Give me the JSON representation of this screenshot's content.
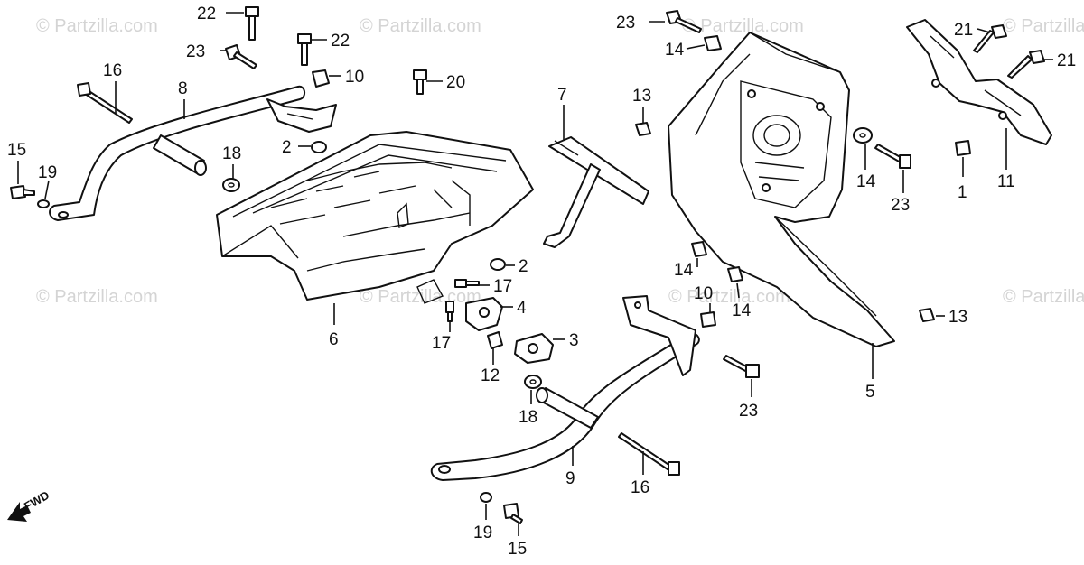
{
  "watermark": "© Partzilla.com",
  "fwd_label": "FWD",
  "callouts": {
    "c22a": "22",
    "c23a": "23",
    "c22b": "22",
    "c10a": "10",
    "c20": "20",
    "c16a": "16",
    "c8": "8",
    "c15a": "15",
    "c19a": "19",
    "c18a": "18",
    "c2a": "2",
    "c6": "6",
    "c2b": "2",
    "c17a": "17",
    "c4": "4",
    "c17b": "17",
    "c12": "12",
    "c3": "3",
    "c18b": "18",
    "c7": "7",
    "c13a": "13",
    "c23b": "23",
    "c14a": "14",
    "c21a": "21",
    "c21b": "21",
    "c14b": "14",
    "c23c": "23",
    "c1": "1",
    "c11": "11",
    "c14c": "14",
    "c10b": "10",
    "c14d": "14",
    "c13b": "13",
    "c5": "5",
    "c23d": "23",
    "c9": "9",
    "c16b": "16",
    "c19b": "19",
    "c15b": "15"
  }
}
